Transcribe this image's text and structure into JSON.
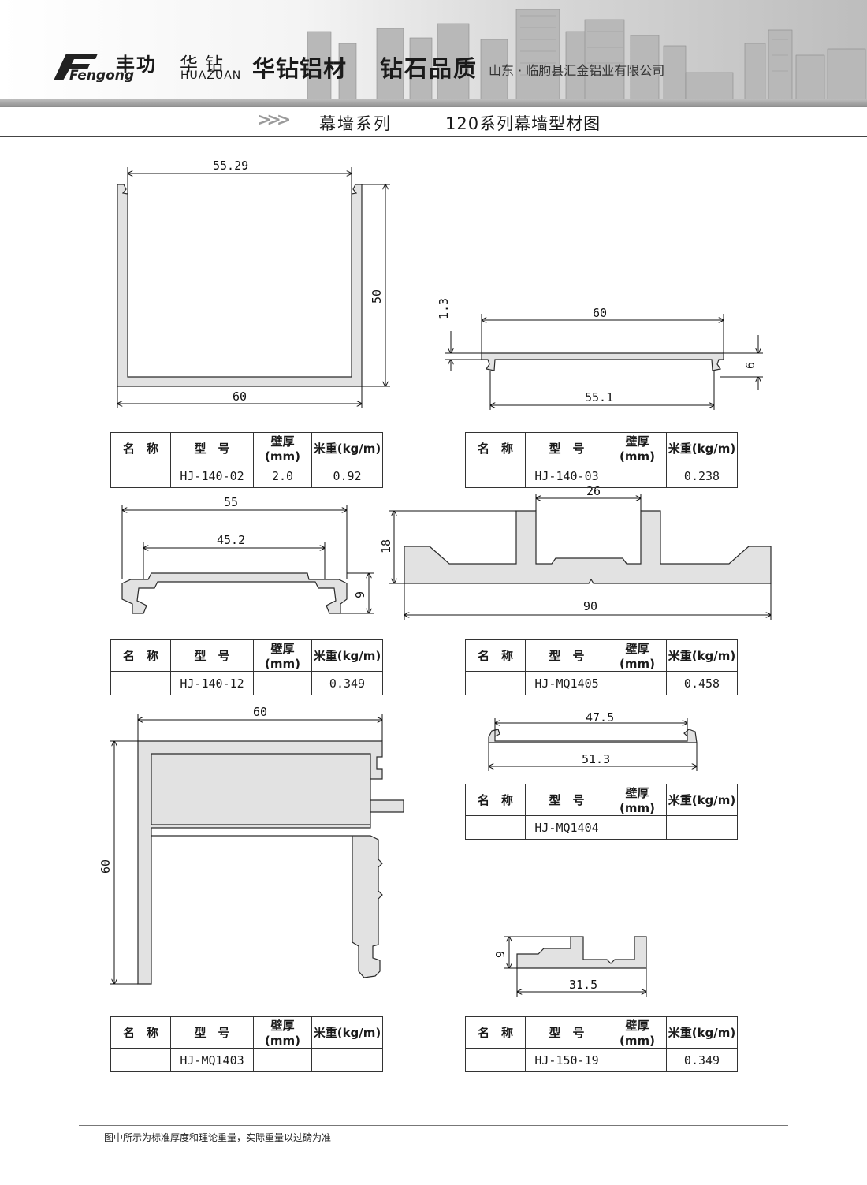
{
  "header": {
    "brand_en": "Fengong",
    "brand_cn": "丰功",
    "brand2_cn": "华钻",
    "brand2_en": "HUAZUAN",
    "slogan1": "华钻铝材",
    "slogan2": "钻石品质",
    "company": "山东 · 临朐县汇金铝业有限公司",
    "arrows": ">>>",
    "series": "幕墙系列",
    "title": "120系列幕墙型材图"
  },
  "table_header": {
    "name": "名　称",
    "model": "型　号",
    "wall": "壁厚(mm)",
    "weight": "米重(kg/m)"
  },
  "profiles": [
    {
      "name": "",
      "model": "HJ-140-02",
      "wall": "2.0",
      "weight": "0.92",
      "dims": [
        "55.29",
        "50",
        "60"
      ]
    },
    {
      "name": "",
      "model": "HJ-140-03",
      "wall": "",
      "weight": "0.238",
      "dims": [
        "1.3",
        "60",
        "6",
        "55.1"
      ]
    },
    {
      "name": "",
      "model": "HJ-140-12",
      "wall": "",
      "weight": "0.349",
      "dims": [
        "55",
        "45.2",
        "9"
      ]
    },
    {
      "name": "",
      "model": "HJ-MQ1405",
      "wall": "",
      "weight": "0.458",
      "dims": [
        "26",
        "18",
        "90"
      ]
    },
    {
      "name": "",
      "model": "HJ-MQ1403",
      "wall": "",
      "weight": "",
      "dims": [
        "60",
        "60"
      ]
    },
    {
      "name": "",
      "model": "HJ-MQ1404",
      "wall": "",
      "weight": "",
      "dims": [
        "47.5",
        "51.3"
      ]
    },
    {
      "name": "",
      "model": "HJ-150-19",
      "wall": "",
      "weight": "0.349",
      "dims": [
        "9",
        "31.5"
      ]
    }
  ],
  "footer": "图中所示为标准厚度和理论重量，实际重量以过磅为准",
  "colors": {
    "profile_fill": "#e2e2e2",
    "outline": "#2a2a2a",
    "header_gray": "#bdbdbd"
  }
}
